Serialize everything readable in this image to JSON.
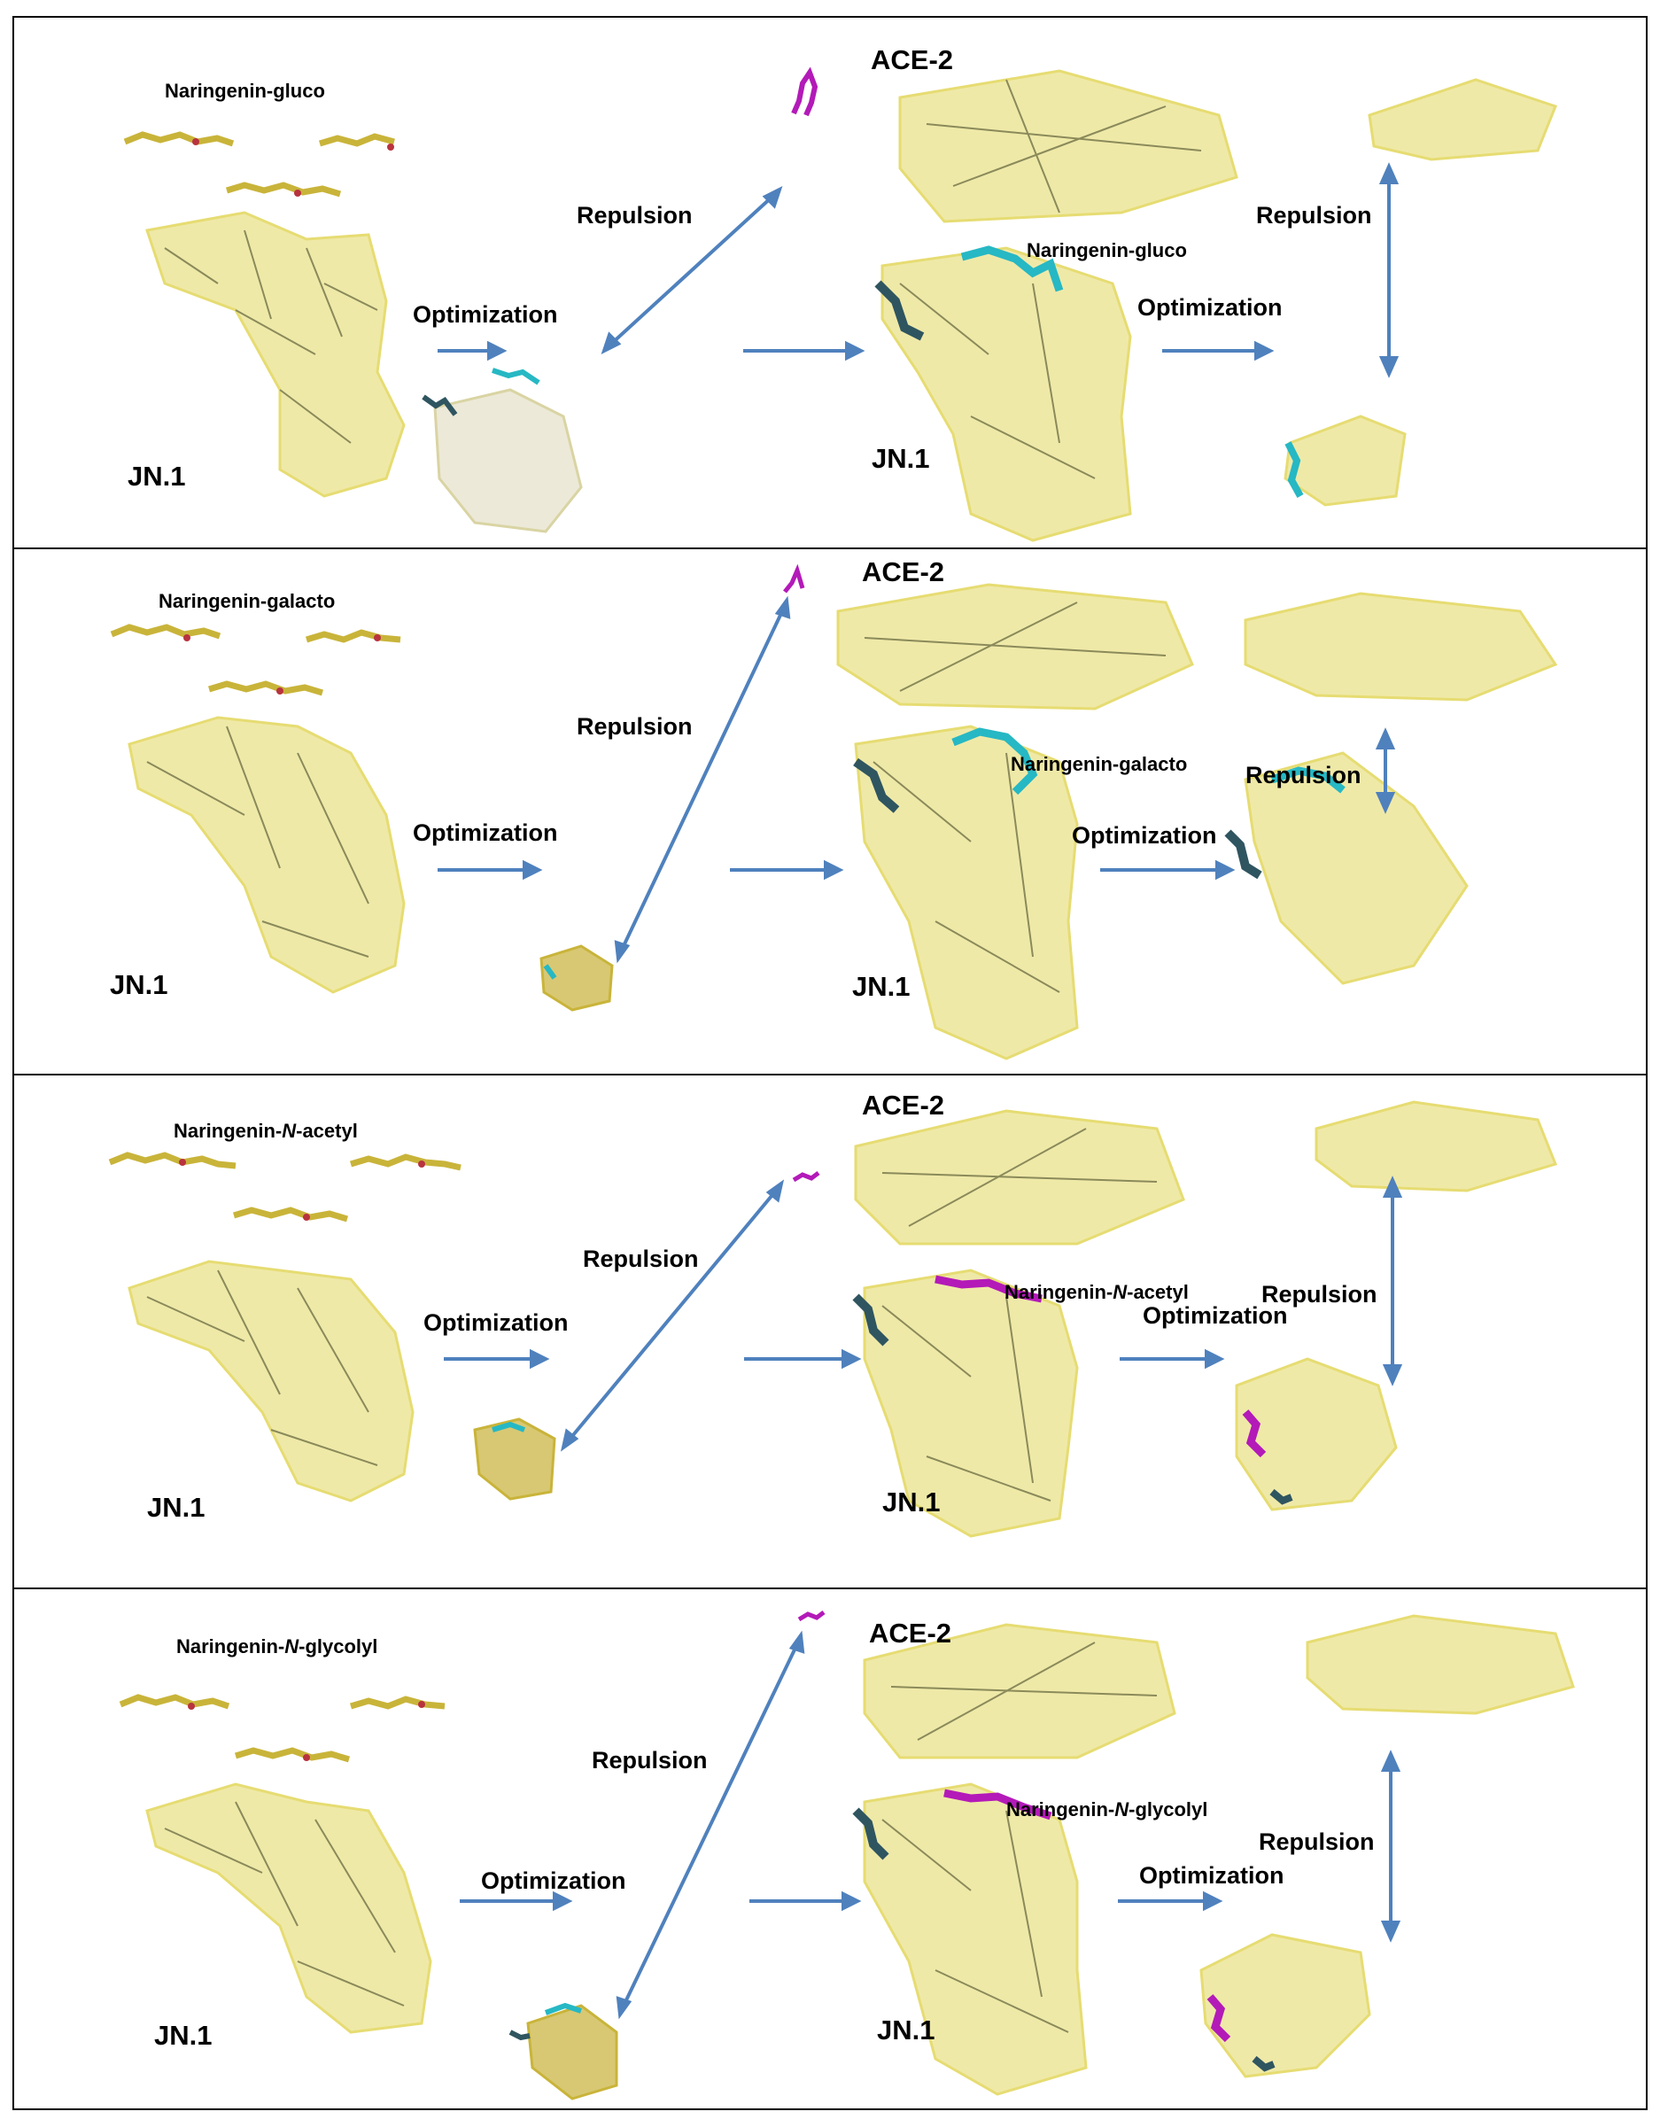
{
  "colors": {
    "protein": "#e6dc72",
    "protein_dark": "#8a8a5a",
    "ligand_yellow": "#c9b43a",
    "ligand_red": "#b8333f",
    "cyan_ligand": "#26b8c4",
    "magenta_ligand": "#b31ab8",
    "dark_teal": "#2f5560",
    "arrow": "#4f81bd",
    "border": "#000000"
  },
  "common": {
    "receptor_label": "ACE-2",
    "variant_label": "JN.1",
    "optimization_label": "Optimization",
    "repulsion_label": "Repulsion"
  },
  "panels": [
    {
      "ligand_pre": "Naringenin-",
      "ligand_italic": "",
      "ligand_post": "gluco",
      "bound_color": "cyan"
    },
    {
      "ligand_pre": "Naringenin-",
      "ligand_italic": "",
      "ligand_post": "galacto",
      "bound_color": "cyan"
    },
    {
      "ligand_pre": "Naringenin-",
      "ligand_italic": "N",
      "ligand_post": "-acetyl",
      "bound_color": "magenta"
    },
    {
      "ligand_pre": "Naringenin-",
      "ligand_italic": "N",
      "ligand_post": "-glycolyl",
      "bound_color": "magenta"
    }
  ]
}
